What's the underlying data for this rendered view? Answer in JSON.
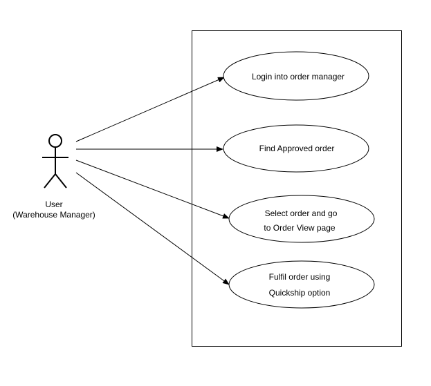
{
  "actor": {
    "name": "User",
    "role": "(Warehouse Manager)"
  },
  "use_cases": [
    {
      "lines": [
        "Login into order manager"
      ]
    },
    {
      "lines": [
        "Find Approved order"
      ]
    },
    {
      "lines": [
        "Select order and go",
        "to Order View page"
      ]
    },
    {
      "lines": [
        "Fulfil order using",
        "Quickship option"
      ]
    }
  ]
}
